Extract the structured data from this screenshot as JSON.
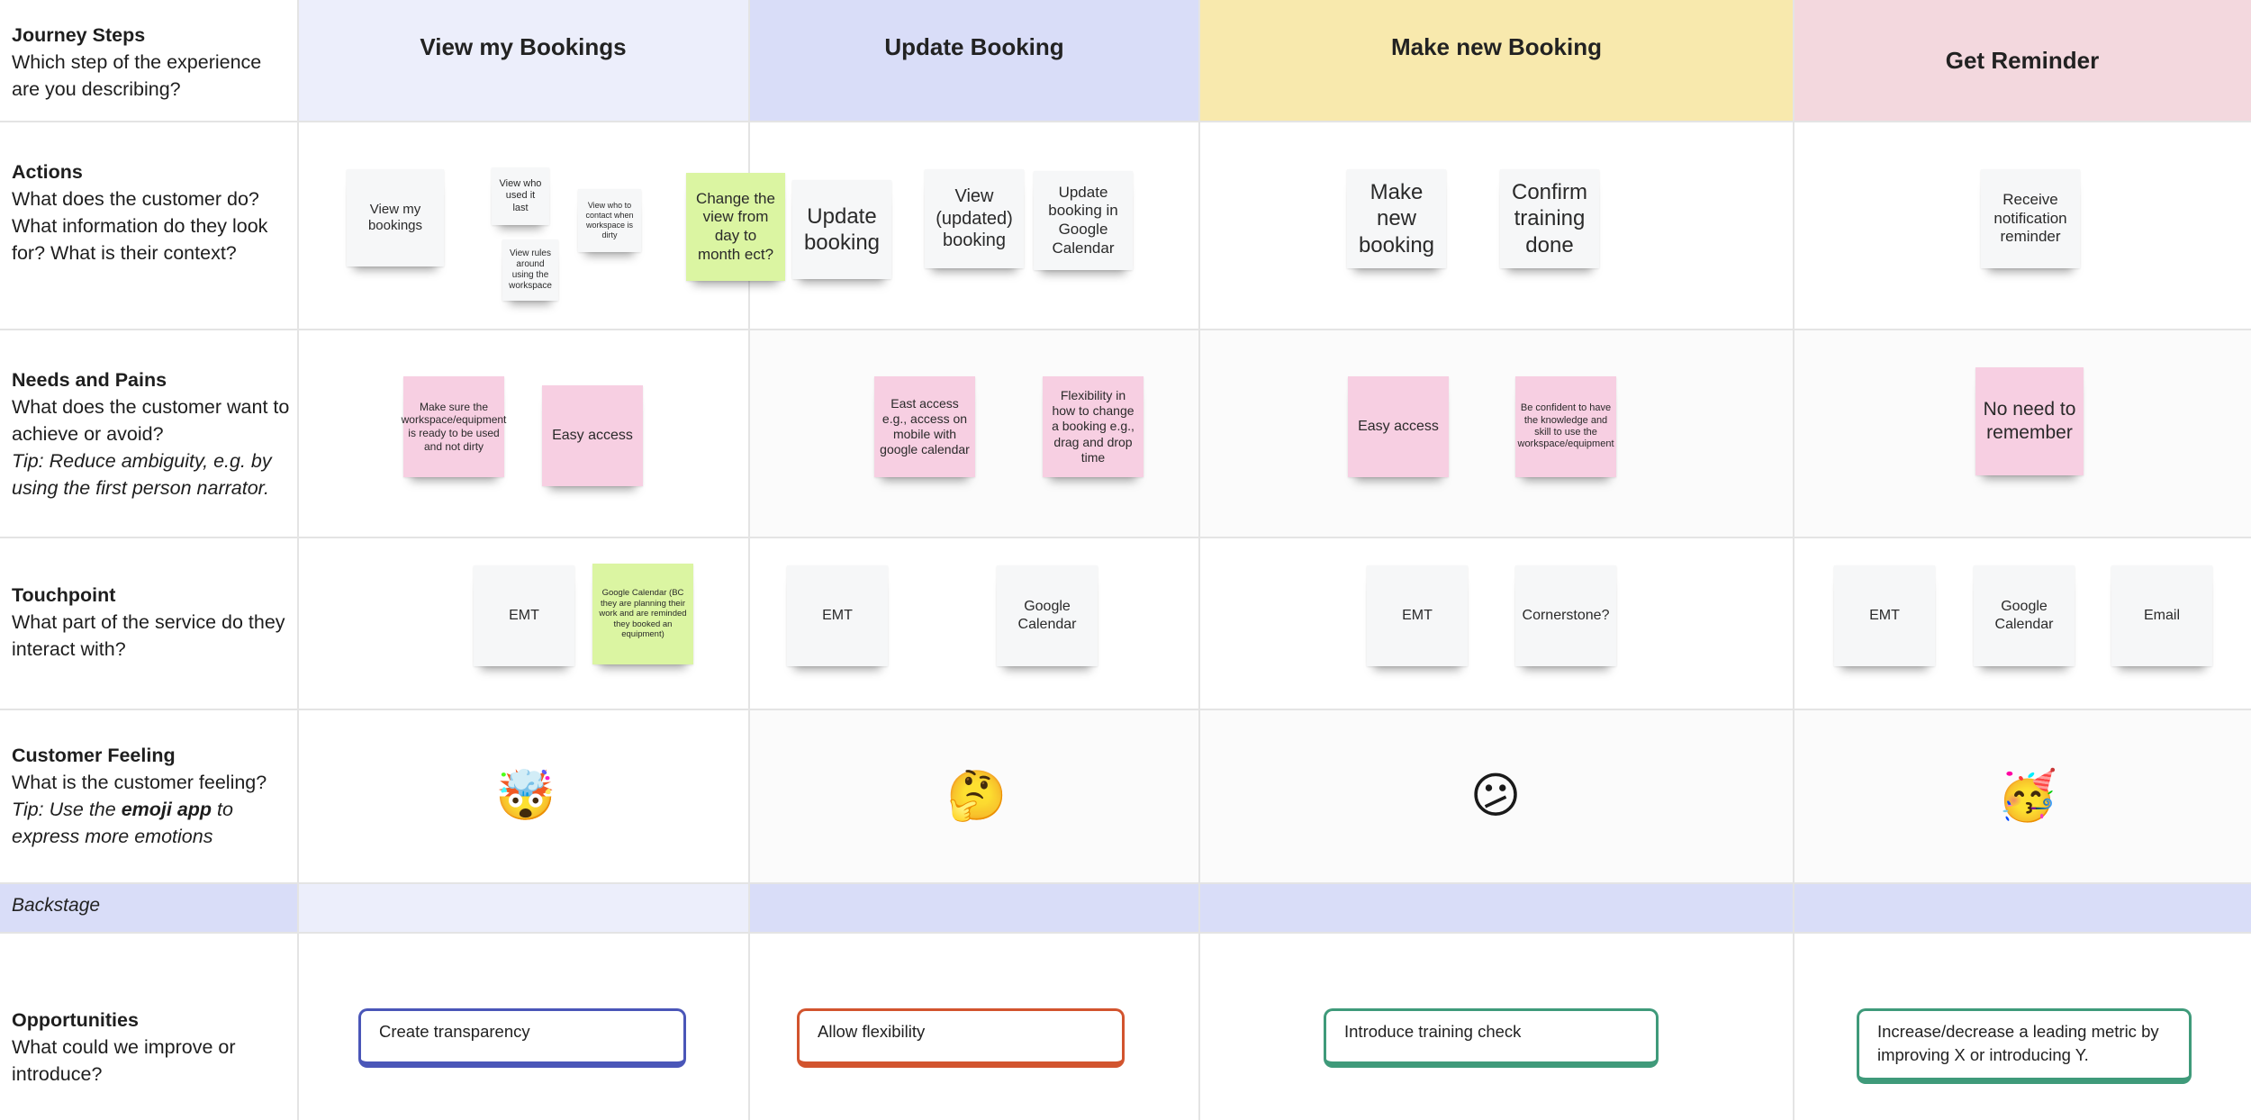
{
  "rows": {
    "journey": {
      "title": "Journey Steps",
      "desc": "Which step of the experience are you describing?"
    },
    "actions": {
      "title": "Actions",
      "desc": "What does the customer do? What information do they look for? What is their context?"
    },
    "needs": {
      "title": "Needs and Pains",
      "desc": "What does the customer want to achieve or avoid?",
      "tip": "Tip: Reduce ambiguity, e.g. by using the first person narrator."
    },
    "touchpoint": {
      "title": "Touchpoint",
      "desc": "What part of the service do they interact with?"
    },
    "feeling": {
      "title": "Customer Feeling",
      "desc": "What is the customer feeling?",
      "tip_pre": "Tip: Use the ",
      "tip_bold": "emoji app",
      "tip_post": " to express more emotions"
    },
    "backstage": {
      "title": "Backstage"
    },
    "opportunities": {
      "title": "Opportunities",
      "desc": "What could we improve or introduce?"
    }
  },
  "phases": [
    {
      "title": "View my Bookings",
      "color": "#eceefb"
    },
    {
      "title": "Update Booking",
      "color": "#d9ddf8"
    },
    {
      "title": "Make new Booking",
      "color": "#f8e9ad"
    },
    {
      "title": "Get Reminder",
      "color": "#f3d8de"
    }
  ],
  "stickies": {
    "view_my_bookings": "View my bookings",
    "view_who_used": "View who used it last",
    "view_rules": "View rules around using the workspace",
    "view_who_contact": "View who to contact when workspace is dirty",
    "change_view": "Change the view from day to month ect?",
    "update_booking": "Update booking",
    "view_updated": "View (updated) booking",
    "update_gcal": "Update booking in Google Calendar",
    "make_new": "Make new booking",
    "confirm_training": "Confirm training done",
    "receive_reminder": "Receive notification reminder",
    "need_ready": "Make sure the workspace/equipment is ready to be used and not dirty",
    "need_easy1": "Easy access",
    "need_east": "East access e.g., access on mobile with google calendar",
    "need_flex": "Flexibility in how to change a booking e.g., drag and drop time",
    "need_easy2": "Easy access",
    "need_confident": "Be confident to have the knowledge and skill to use the workspace/equipment",
    "need_remember": "No need to remember",
    "tp_emt1": "EMT",
    "tp_gcal1": "Google Calendar (BC they are planning their work and are reminded they booked an equipment)",
    "tp_emt2": "EMT",
    "tp_gcal2": "Google Calendar",
    "tp_emt3": "EMT",
    "tp_cornerstone": "Cornerstone?",
    "tp_emt4": "EMT",
    "tp_gcal4": "Google Calendar",
    "tp_email": "Email"
  },
  "emojis": [
    "🤯",
    "🤔",
    "😕",
    "🥳"
  ],
  "opportunities": [
    {
      "text": "Create transparency",
      "color": "#4a56b8"
    },
    {
      "text": "Allow flexibility",
      "color": "#d2542e"
    },
    {
      "text": "Introduce training check",
      "color": "#3f9a7a"
    },
    {
      "text": "Increase/decrease a leading metric by improving X or introducing Y.",
      "color": "#3f9a7a"
    }
  ],
  "colors": {
    "backstage_label": "#d9ddf8",
    "needs_bg": "#fbfbfb"
  }
}
